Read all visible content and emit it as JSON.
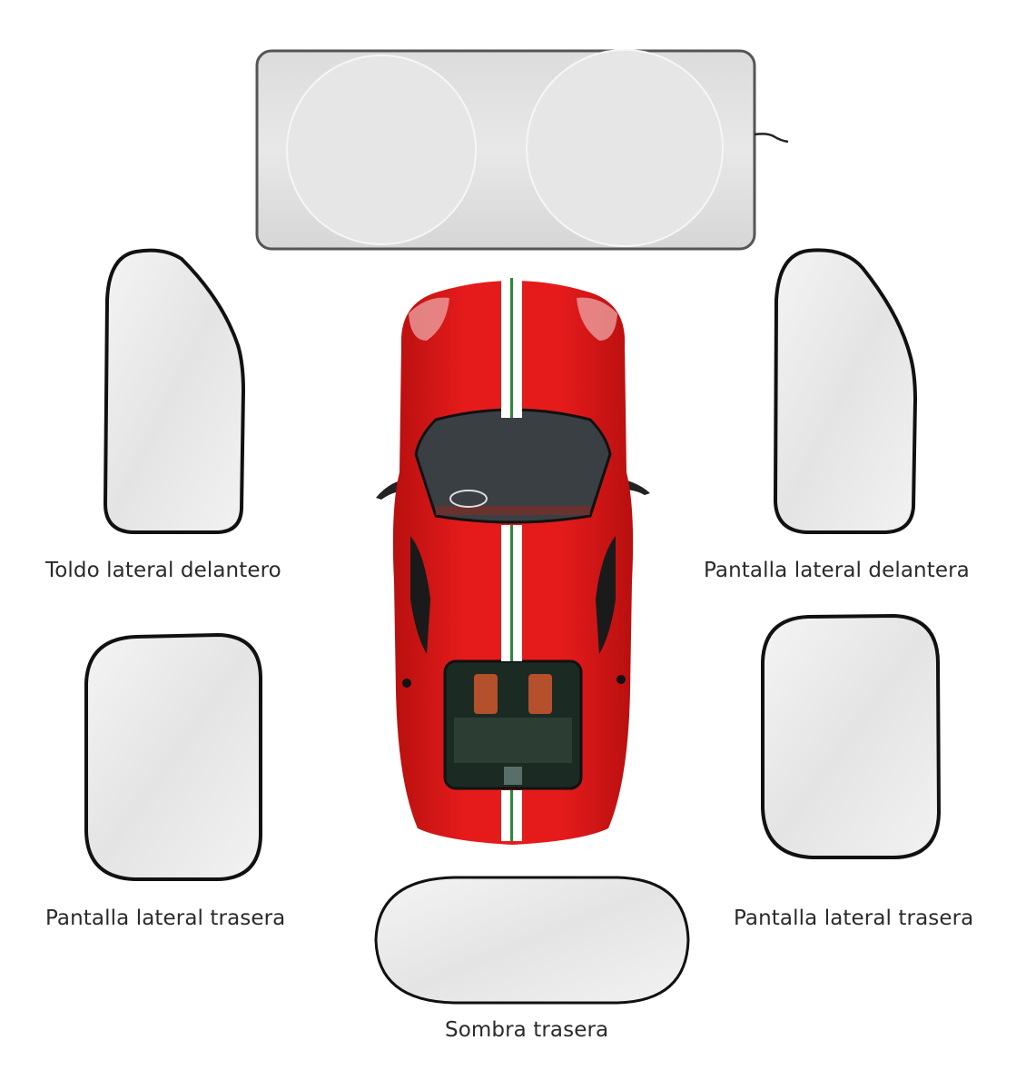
{
  "product": {
    "windshield_shade": {
      "name": "windshield-sunshade"
    },
    "car": {
      "name": "red-sports-car-top-view",
      "body_color": "#e01818",
      "stripe_color": "#ffffff"
    }
  },
  "labels": {
    "front_left": "Toldo lateral delantero",
    "front_right": "Pantalla lateral delantera",
    "rear_left": "Pantalla lateral trasera",
    "rear_right": "Pantalla lateral trasera",
    "rear": "Sombra trasera"
  },
  "colors": {
    "shade_fill": "#e9e9e9",
    "shade_border": "#111111",
    "text": "#2a2a2a"
  }
}
